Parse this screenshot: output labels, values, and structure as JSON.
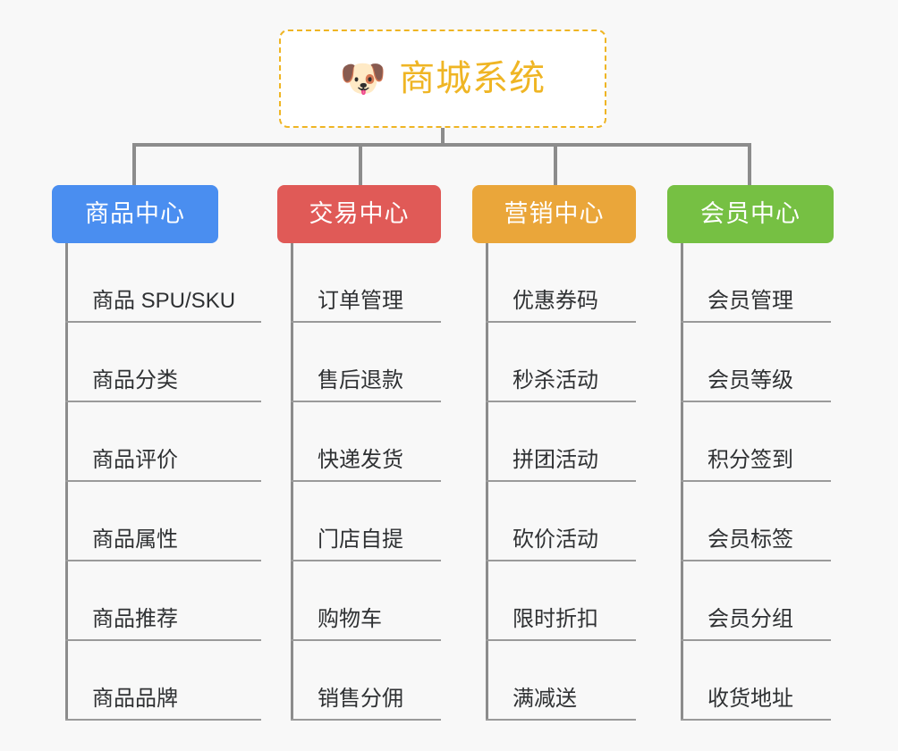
{
  "root": {
    "icon": "dog-face-icon",
    "icon_glyph": "🐶",
    "title": "商城系统",
    "accent_color": "#efb524",
    "background_color": "#ffffff"
  },
  "canvas": {
    "background_color": "#f8f8f8",
    "connector_color": "#8c8c8c"
  },
  "branches": [
    {
      "title": "商品中心",
      "color": "#4a8ef0",
      "items": [
        "商品 SPU/SKU",
        "商品分类",
        "商品评价",
        "商品属性",
        "商品推荐",
        "商品品牌"
      ]
    },
    {
      "title": "交易中心",
      "color": "#e05a57",
      "items": [
        "订单管理",
        "售后退款",
        "快递发货",
        "门店自提",
        "购物车",
        "销售分佣"
      ]
    },
    {
      "title": "营销中心",
      "color": "#eaa63a",
      "items": [
        "优惠券码",
        "秒杀活动",
        "拼团活动",
        "砍价活动",
        "限时折扣",
        "满减送"
      ]
    },
    {
      "title": "会员中心",
      "color": "#76c043",
      "items": [
        "会员管理",
        "会员等级",
        "积分签到",
        "会员标签",
        "会员分组",
        "收货地址"
      ]
    }
  ]
}
